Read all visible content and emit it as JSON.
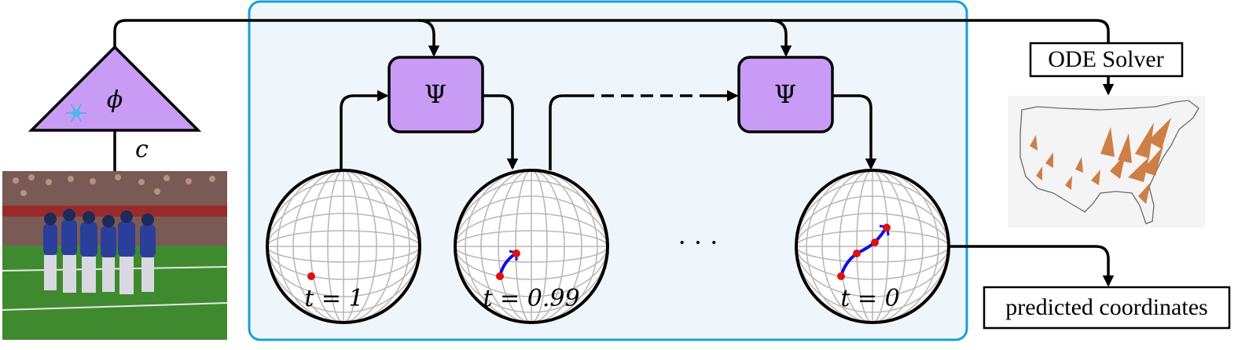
{
  "encoder": {
    "symbol": "ϕ",
    "input_label": "c",
    "frozen_icon": "snowflake-icon"
  },
  "network": {
    "symbol": "Ψ"
  },
  "ellipsis": "· · ·",
  "spheres": [
    {
      "label": "t = 1"
    },
    {
      "label": "t = 0.99"
    },
    {
      "label": "t = 0"
    }
  ],
  "solver": {
    "label": "ODE Solver"
  },
  "output": {
    "label": "predicted coordinates"
  },
  "colors": {
    "panel_border": "#1a9fd6",
    "panel_fill": "#eef6fc",
    "block_fill": "#c89cf5",
    "point": "#e01010",
    "path": "#1010e0",
    "density": "#c86a2a"
  }
}
